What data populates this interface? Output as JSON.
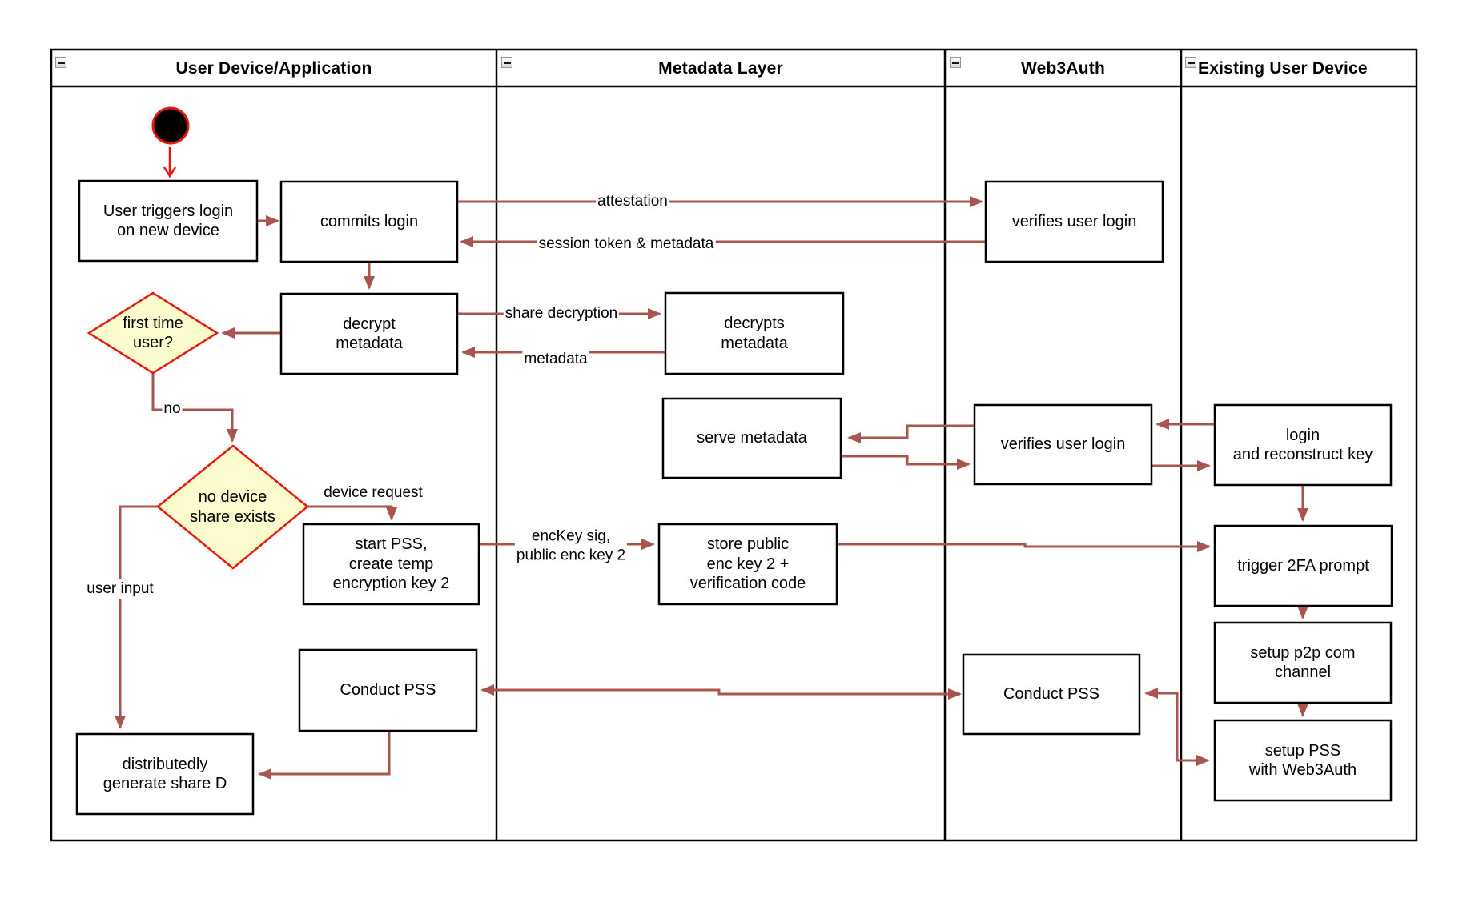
{
  "lanes": [
    {
      "title": "User Device/Application"
    },
    {
      "title": "Metadata Layer"
    },
    {
      "title": "Web3Auth"
    },
    {
      "title": "Existing User Device"
    }
  ],
  "nodes": {
    "user_triggers": "User triggers login\non new device",
    "commits_login": "commits login",
    "decrypt_metadata": "decrypt\nmetadata",
    "first_time_user": "first time\nuser?",
    "no_device_share": "no device\nshare exists",
    "start_pss": "start PSS,\ncreate temp\nencryption key 2",
    "conduct_pss_user": "Conduct PSS",
    "generate_share_d": "distributedly\ngenerate share D",
    "decrypts_metadata": "decrypts\nmetadata",
    "serve_metadata": "serve metadata",
    "store_public": "store public\nenc key 2 +\nverification code",
    "verifies_login_1": "verifies user login",
    "verifies_login_2": "verifies user login",
    "conduct_pss_web3": "Conduct PSS",
    "login_reconstruct": "login\nand reconstruct key",
    "trigger_2fa": "trigger 2FA prompt",
    "setup_p2p": "setup p2p com\nchannel",
    "setup_pss": "setup PSS\nwith Web3Auth"
  },
  "edge_labels": {
    "attestation": "attestation",
    "session_token": "session token & metadata",
    "share_decryption": "share decryption",
    "metadata": "metadata",
    "no": "no",
    "device_request": "device request",
    "user_input": "user input",
    "enckey": "encKey sig,\npublic enc key 2"
  },
  "colors": {
    "arrow": "#A8554F",
    "start_red": "#E8190C",
    "decision_fill": "#FCFCCF",
    "decision_border": "#E8190C",
    "node_border": "#000000",
    "node_fill": "#FFFFFF"
  }
}
